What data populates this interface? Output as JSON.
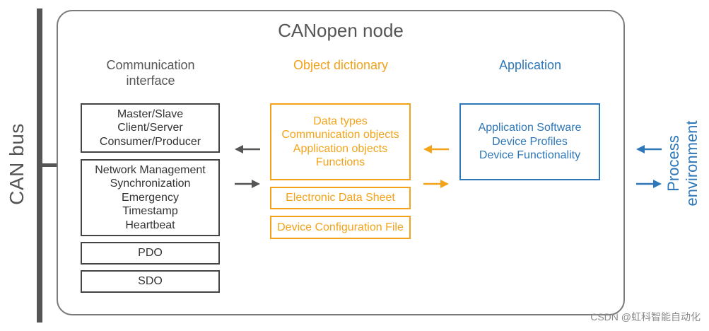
{
  "bus": {
    "label": "CAN bus"
  },
  "node": {
    "title": "CANopen node"
  },
  "columns": {
    "communication": {
      "heading_line1": "Communication",
      "heading_line2": "interface",
      "boxes": [
        [
          "Master/Slave",
          "Client/Server",
          "Consumer/Producer"
        ],
        [
          "Network Management",
          "Synchronization",
          "Emergency",
          "Timestamp",
          "Heartbeat"
        ],
        [
          "PDO"
        ],
        [
          "SDO"
        ]
      ]
    },
    "object_dictionary": {
      "heading": "Object dictionary",
      "boxes": [
        [
          "Data types",
          "Communication objects",
          "Application objects",
          "Functions"
        ],
        [
          "Electronic Data Sheet"
        ],
        [
          "Device Configuration File"
        ]
      ]
    },
    "application": {
      "heading": "Application",
      "boxes": [
        [
          "Application Software",
          "Device Profiles",
          "Device Functionality"
        ]
      ]
    }
  },
  "process_environment": {
    "line1": "Process",
    "line2": "environment"
  },
  "watermark": "CSDN @虹科智能自动化",
  "colors": {
    "gray": "#555555",
    "orange": "#F3A31A",
    "blue": "#2E77B8"
  }
}
